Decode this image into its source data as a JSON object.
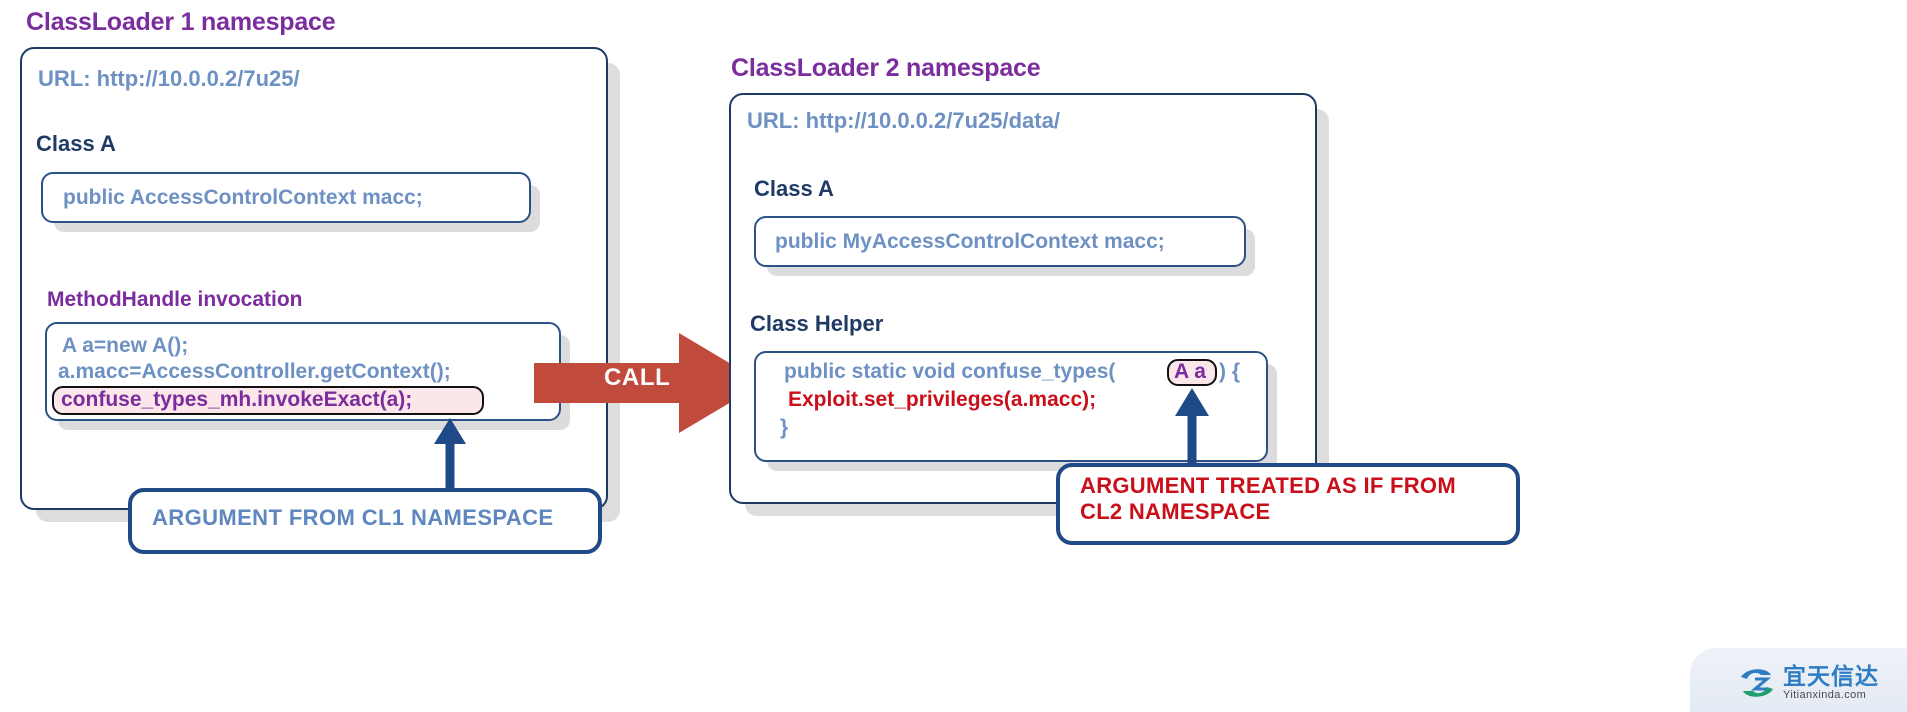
{
  "classloader1": {
    "title": "ClassLoader 1 namespace",
    "url": "URL: http://10.0.0.2/7u25/",
    "class_a_label": "Class A",
    "class_a_code": "public AccessControlContext macc;",
    "methodhandle_heading": "MethodHandle invocation",
    "mh_code_line1": "A a=new A();",
    "mh_code_line2": "a.macc=AccessController.getContext();",
    "mh_code_line3_highlight": "confuse_types_mh.invokeExact(a);"
  },
  "classloader2": {
    "title": "ClassLoader 2 namespace",
    "url": "URL: http://10.0.0.2/7u25/data/",
    "class_a_label": "Class A",
    "class_a_code": "public MyAccessControlContext macc;",
    "class_helper_label": "Class Helper",
    "helper_code_line1_before": "public static void confuse_types(",
    "helper_code_line1_highlight": "A a",
    "helper_code_line1_after": ") {",
    "helper_code_line2": "Exploit.set_privileges(a.macc);",
    "helper_code_line3": "}"
  },
  "arrow": {
    "call_label": "CALL"
  },
  "callouts": {
    "left": "ARGUMENT FROM CL1 NAMESPACE",
    "right": "ARGUMENT TREATED AS IF FROM\nCL2 NAMESPACE"
  },
  "watermark": {
    "chinese": "宜天信达",
    "english": "Yitianxinda.com"
  },
  "colors": {
    "namespace_purple": "#7B2D9E",
    "code_blue": "#6E91C4",
    "class_label_navy": "#1F3B64",
    "alert_red": "#C9101A",
    "arrow_red": "#C04A3C",
    "panel_border": "#1F3B64",
    "callout_border": "#1F4A87",
    "highlight_pink": "#FBE6E9"
  }
}
